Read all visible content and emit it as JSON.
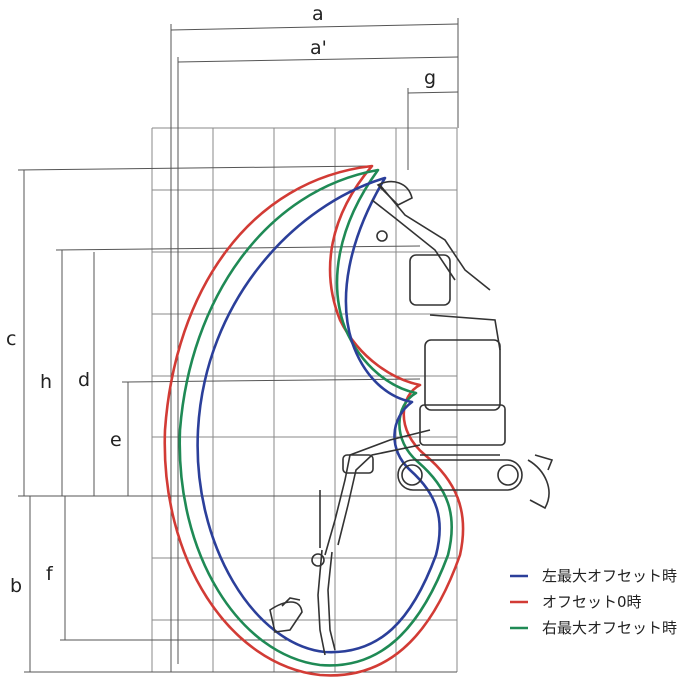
{
  "dimensions": {
    "a": "a",
    "a_prime": "a'",
    "g": "g",
    "c": "c",
    "h": "h",
    "d": "d",
    "e": "e",
    "b": "b",
    "f": "f"
  },
  "legend": [
    {
      "label": "左最大オフセット時",
      "color": "#2b3f9a"
    },
    {
      "label": "オフセット0時",
      "color": "#d23b35"
    },
    {
      "label": "右最大オフセット時",
      "color": "#1f8a55"
    }
  ],
  "colors": {
    "grid": "#8a8a8a",
    "machine": "#333333",
    "dim_line": "#555555"
  }
}
